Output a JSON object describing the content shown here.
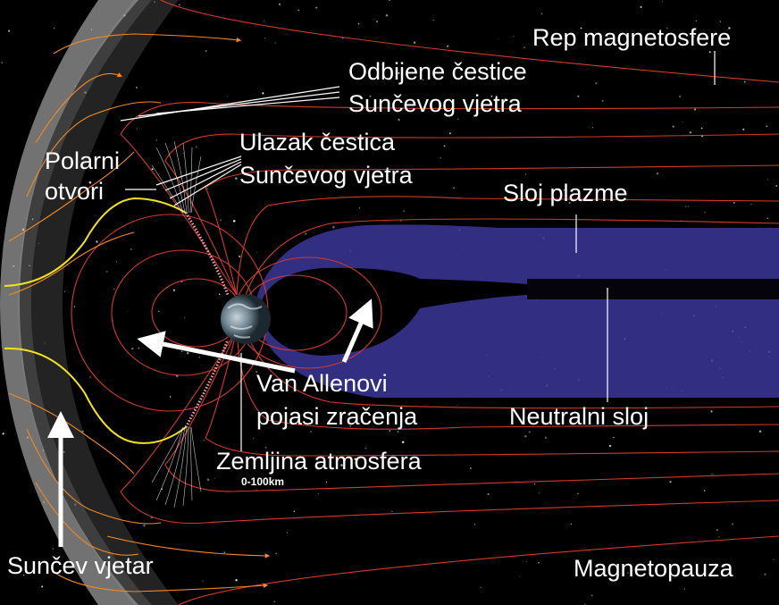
{
  "colors": {
    "background": "#000000",
    "stars": "#ffffff",
    "bow_shock": "#c8c8c8",
    "field_lines": "#d43a2a",
    "solar_wind_lines": "#f08a24",
    "polar_cusp_lines": "#f2e21b",
    "plasma_sheet": "#3b3698",
    "radiation_belt_zone": "#000000",
    "label_text": "#ffffff"
  },
  "icons": {
    "earth": "earth-icon",
    "pointer": "arrow-icon"
  },
  "labels": {
    "magnetotail": "Rep magnetosfere",
    "deflected_line1": "Odbijene čestice",
    "deflected_line2": "Sunčevog vjetra",
    "polar_line1": "Polarni",
    "polar_line2": "otvori",
    "entry_line1": "Ulazak čestica",
    "entry_line2": "Sunčevog vjetra",
    "plasma_sheet": "Sloj plazme",
    "van_allen_line1": "Van Allenovi",
    "van_allen_line2": "pojasi zračenja",
    "neutral_sheet": "Neutralni sloj",
    "atmosphere": "Zemljina atmosfera",
    "atmosphere_range": "0-100km",
    "solar_wind": "Sunčev vjetar",
    "magnetopause": "Magnetopauza"
  }
}
